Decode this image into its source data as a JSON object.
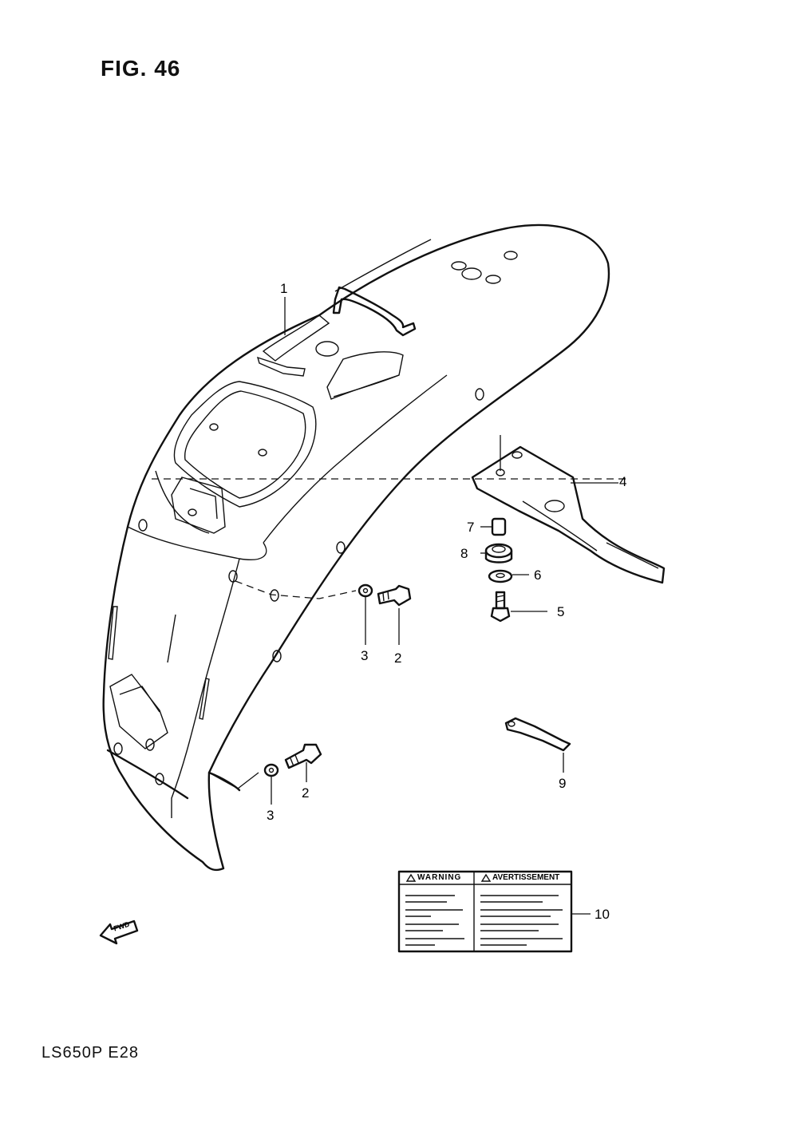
{
  "figure": {
    "title": "FIG. 46"
  },
  "model_code": "LS650P  E28",
  "callouts": [
    {
      "id": "c1",
      "label": "1"
    },
    {
      "id": "c2a",
      "label": "2"
    },
    {
      "id": "c2b",
      "label": "2"
    },
    {
      "id": "c3a",
      "label": "3"
    },
    {
      "id": "c3b",
      "label": "3"
    },
    {
      "id": "c4",
      "label": "4"
    },
    {
      "id": "c5",
      "label": "5"
    },
    {
      "id": "c6",
      "label": "6"
    },
    {
      "id": "c7",
      "label": "7"
    },
    {
      "id": "c8",
      "label": "8"
    },
    {
      "id": "c9",
      "label": "9"
    },
    {
      "id": "c10",
      "label": "10"
    }
  ],
  "warning_label": {
    "left": "WARNING",
    "right": "AVERTISSEMENT"
  },
  "direction_arrow": {
    "text": "FWD"
  }
}
